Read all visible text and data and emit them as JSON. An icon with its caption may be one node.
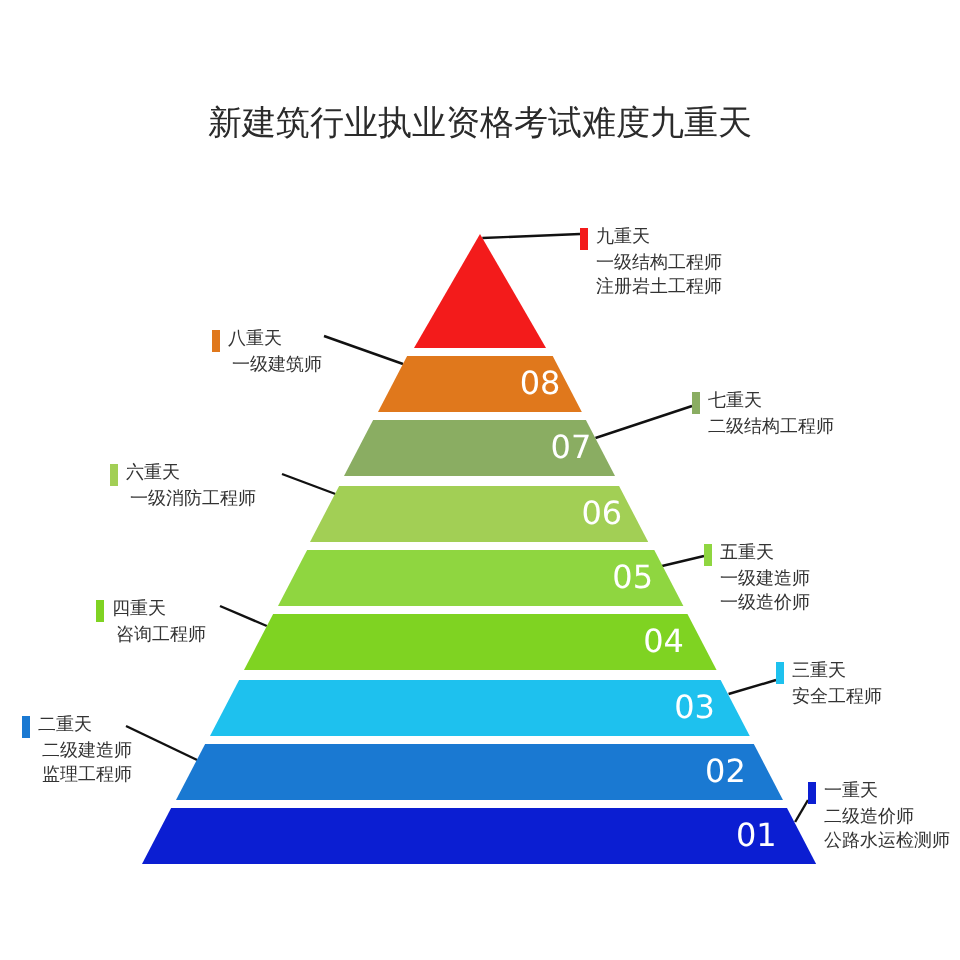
{
  "diagram": {
    "title": "新建筑行业执业资格考试难度九重天",
    "nodes": [
      {
        "text": [],
        "shape": "triangle"
      },
      {
        "text": [
          "08"
        ]
      },
      {
        "text": [
          "07"
        ]
      },
      {
        "text": [
          "06"
        ]
      },
      {
        "text": [
          "05"
        ]
      },
      {
        "text": [
          "04"
        ]
      },
      {
        "text": [
          "03"
        ]
      },
      {
        "text": [
          "02"
        ]
      },
      {
        "text": [
          "01"
        ]
      },
      {
        "text": [
          "九重天",
          "一级结构工程师",
          "注册岩土工程师"
        ]
      },
      {
        "text": [
          "八重天",
          "一级建筑师"
        ]
      },
      {
        "text": [
          "七重天",
          "二级结构工程师"
        ]
      },
      {
        "text": [
          "六重天",
          "一级消防工程师"
        ]
      },
      {
        "text": [
          "五重天",
          "一级建造师",
          "一级造价师"
        ]
      },
      {
        "text": [
          "四重天",
          "咨询工程师"
        ]
      },
      {
        "text": [
          "三重天",
          "安全工程师"
        ]
      },
      {
        "text": [
          "二重天",
          "二级建造师",
          "监理工程师"
        ]
      },
      {
        "text": [
          "一重天",
          "二级造价师",
          "公路水运检测师"
        ]
      }
    ],
    "edges": [
      {
        "from": 9,
        "to": 0,
        "arrow": "none"
      },
      {
        "from": 10,
        "to": 1,
        "arrow": "none"
      },
      {
        "from": 11,
        "to": 2,
        "arrow": "none"
      },
      {
        "from": 12,
        "to": 3,
        "arrow": "none"
      },
      {
        "from": 13,
        "to": 4,
        "arrow": "none"
      },
      {
        "from": 14,
        "to": 5,
        "arrow": "none"
      },
      {
        "from": 15,
        "to": 6,
        "arrow": "none"
      },
      {
        "from": 16,
        "to": 7,
        "arrow": "none"
      },
      {
        "from": 17,
        "to": 8,
        "arrow": "none"
      }
    ]
  }
}
